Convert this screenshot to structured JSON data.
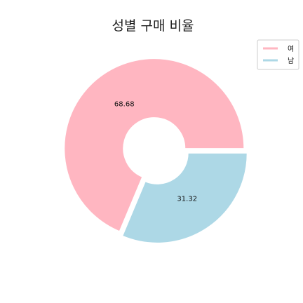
{
  "chart_data": {
    "type": "pie",
    "title": "성별 구매 비율",
    "slices": [
      {
        "label": "여",
        "value": 68.68,
        "value_label": "68.68",
        "color": "#ffb6c1"
      },
      {
        "label": "남",
        "value": 31.32,
        "value_label": "31.32",
        "color": "#add8e6"
      }
    ],
    "donut": true,
    "legend": "top-right",
    "grid": false
  }
}
